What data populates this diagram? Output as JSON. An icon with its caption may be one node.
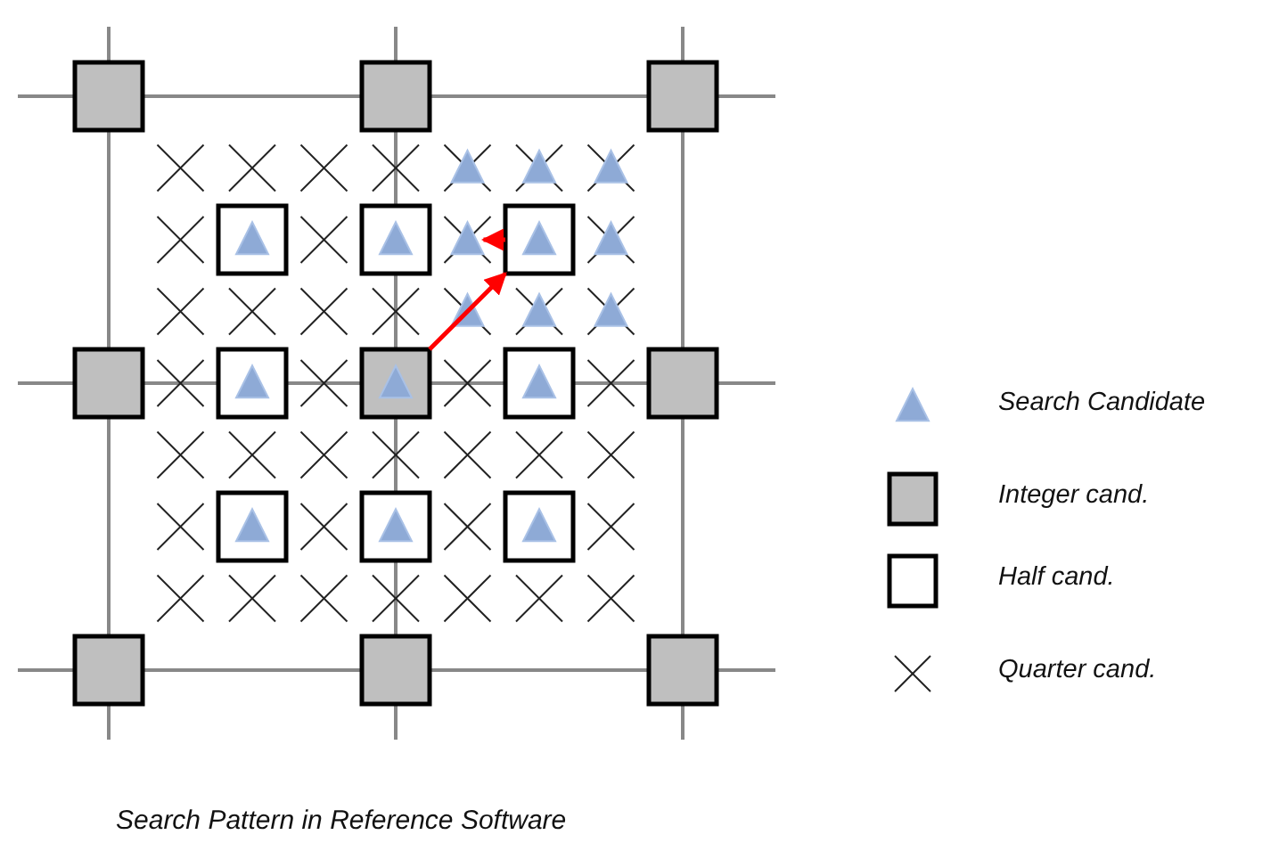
{
  "diagram": {
    "caption": "Search Pattern in Reference Software",
    "nodes": [
      {
        "text": [],
        "shape": "box"
      },
      {
        "text": [],
        "shape": "box"
      },
      {
        "text": [],
        "shape": "box"
      },
      {
        "text": [],
        "shape": "triangle"
      },
      {
        "text": [],
        "shape": "triangle"
      },
      {
        "text": [],
        "shape": "triangle"
      },
      {
        "text": [],
        "shape": "box"
      },
      {
        "text": [],
        "shape": "triangle",
        "in": 6
      },
      {
        "text": [],
        "shape": "box"
      },
      {
        "text": [],
        "shape": "triangle",
        "in": 8
      },
      {
        "text": [],
        "shape": "triangle"
      },
      {
        "text": [],
        "shape": "box"
      },
      {
        "text": [],
        "shape": "triangle",
        "in": 11
      },
      {
        "text": [],
        "shape": "triangle"
      },
      {
        "text": [],
        "shape": "triangle"
      },
      {
        "text": [],
        "shape": "triangle"
      },
      {
        "text": [],
        "shape": "triangle"
      },
      {
        "text": [],
        "shape": "box"
      },
      {
        "text": [],
        "shape": "box"
      },
      {
        "text": [],
        "shape": "triangle",
        "in": 18
      },
      {
        "text": [],
        "shape": "box"
      },
      {
        "text": [],
        "shape": "triangle",
        "in": 20
      },
      {
        "text": [],
        "shape": "box"
      },
      {
        "text": [],
        "shape": "triangle",
        "in": 22
      },
      {
        "text": [],
        "shape": "box"
      },
      {
        "text": [],
        "shape": "box"
      },
      {
        "text": [],
        "shape": "triangle",
        "in": 25
      },
      {
        "text": [],
        "shape": "box"
      },
      {
        "text": [],
        "shape": "triangle",
        "in": 27
      },
      {
        "text": [],
        "shape": "box"
      },
      {
        "text": [],
        "shape": "triangle",
        "in": 29
      },
      {
        "text": [],
        "shape": "box"
      },
      {
        "text": [],
        "shape": "box"
      },
      {
        "text": [],
        "shape": "box"
      }
    ],
    "edges": [
      {
        "from": 20,
        "to": 11,
        "arrow": "to"
      },
      {
        "from": 11,
        "to": 10,
        "arrow": "to"
      }
    ],
    "legend": [
      {
        "text": "Search Candidate"
      },
      {
        "text": "Integer cand."
      },
      {
        "text": "Half cand."
      },
      {
        "text": "Quarter cand."
      }
    ]
  }
}
